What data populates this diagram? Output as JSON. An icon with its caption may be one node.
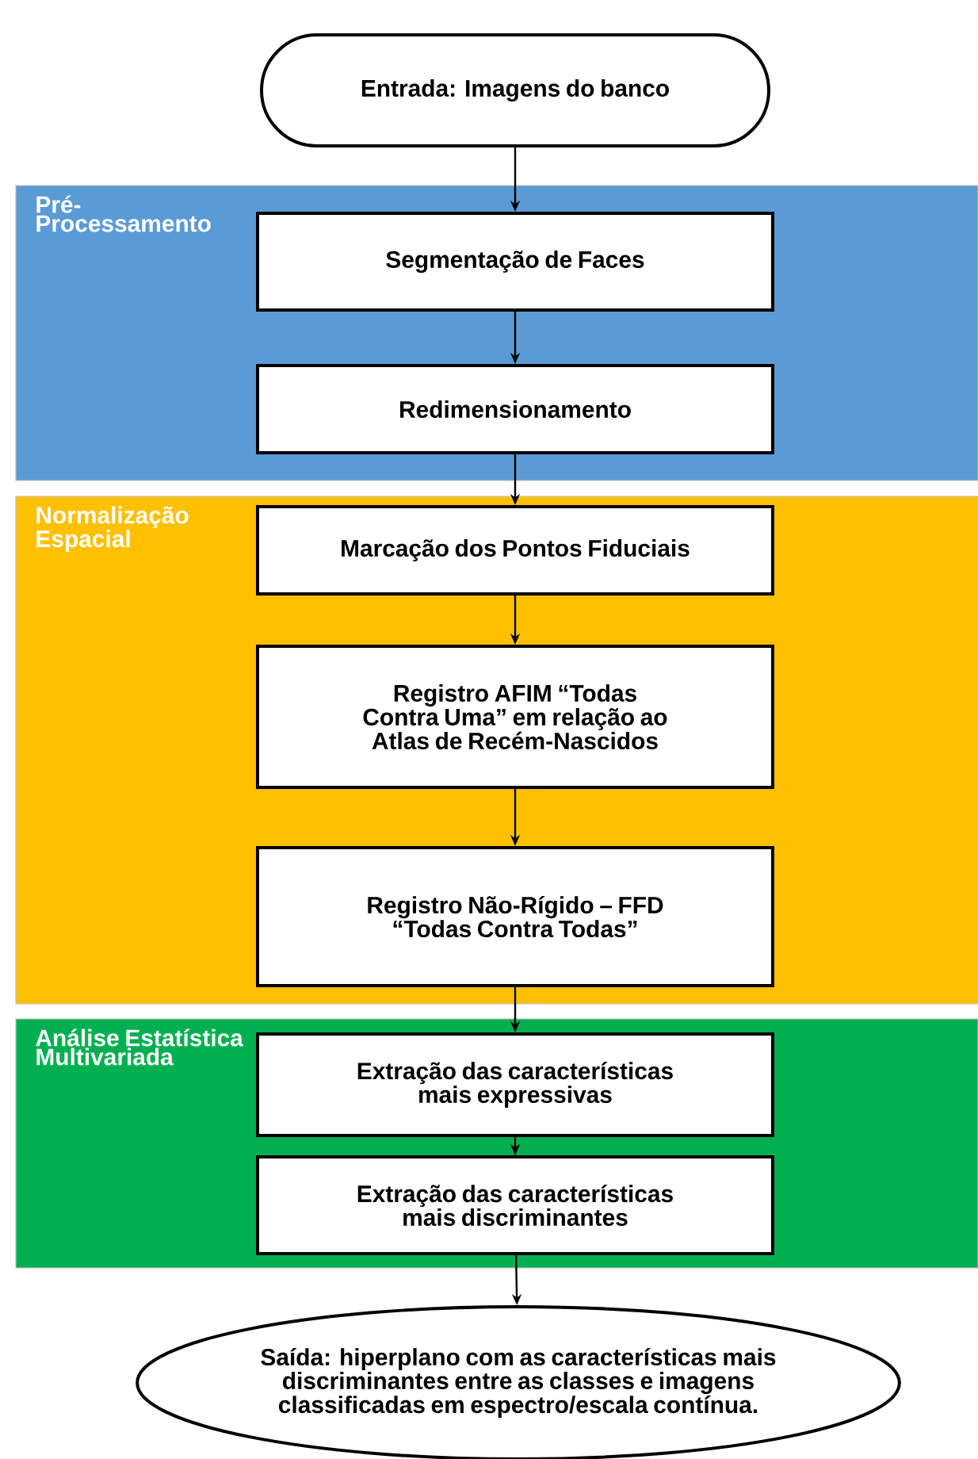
{
  "diagram": {
    "nodes": [
      {
        "text": [
          "Entrada: Imagens do banco"
        ]
      },
      {
        "text": [
          "Pré- Processamento"
        ]
      },
      {
        "text": [
          "Segmentação de Faces"
        ],
        "in": 1
      },
      {
        "text": [
          "Redimensionamento"
        ],
        "in": 1
      },
      {
        "text": [
          "Normalização Espacial"
        ]
      },
      {
        "text": [
          "Marcação dos Pontos Fiduciais"
        ],
        "in": 4
      },
      {
        "text": [
          "Registro AFIM “Todas Contra Uma” em relação ao Atlas de Recém-Nascidos"
        ],
        "in": 4
      },
      {
        "text": [
          "Registro Não-Rígido – FFD “Todas Contra Todas”"
        ],
        "in": 4
      },
      {
        "text": [
          "Análise Estatística Multivariada"
        ]
      },
      {
        "text": [
          "Extração das características mais expressivas"
        ],
        "in": 8
      },
      {
        "text": [
          "Extração das características mais discriminantes"
        ],
        "in": 8
      },
      {
        "text": [
          "Saída: hiperplano com as características mais discriminantes entre as classes e imagens classificadas em espectro/escala contínua."
        ]
      }
    ],
    "edges": [
      {
        "from": 0,
        "to": 2,
        "arrow": "to"
      },
      {
        "from": 2,
        "to": 3,
        "arrow": "to"
      },
      {
        "from": 3,
        "to": 5,
        "arrow": "to"
      },
      {
        "from": 5,
        "to": 6,
        "arrow": "to"
      },
      {
        "from": 6,
        "to": 7,
        "arrow": "to"
      },
      {
        "from": 7,
        "to": 9,
        "arrow": "to"
      },
      {
        "from": 9,
        "to": 10,
        "arrow": "to"
      },
      {
        "from": 10,
        "to": 11,
        "arrow": "to"
      }
    ]
  }
}
